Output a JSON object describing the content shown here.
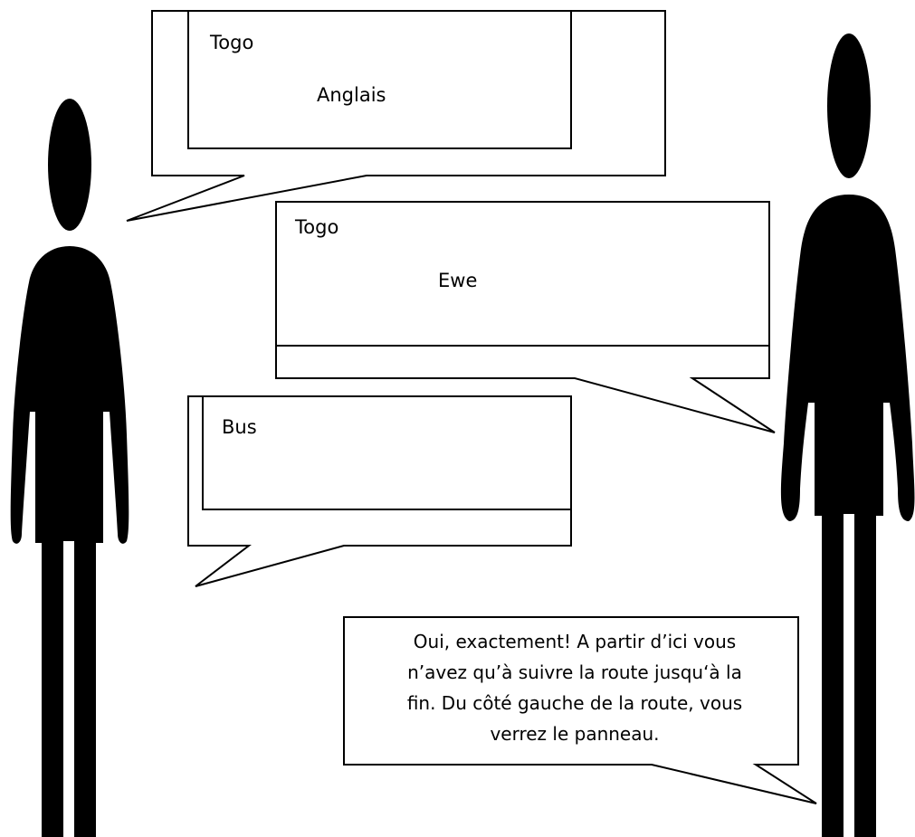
{
  "colors": {
    "figure": "#000000",
    "bubble_stroke": "#000000",
    "background": "#ffffff"
  },
  "bubbles": {
    "top": {
      "country": "Togo",
      "language": "Anglais"
    },
    "middle": {
      "country": "Togo",
      "language": "Ewe"
    },
    "small": {
      "word": "Bus"
    },
    "answer": {
      "lines": [
        "Oui, exactement! A partir d’ici vous",
        "n’avez qu’à suivre la route jusqu‘à la",
        "fin. Du côté gauche de la route, vous",
        "verrez le panneau."
      ]
    }
  }
}
